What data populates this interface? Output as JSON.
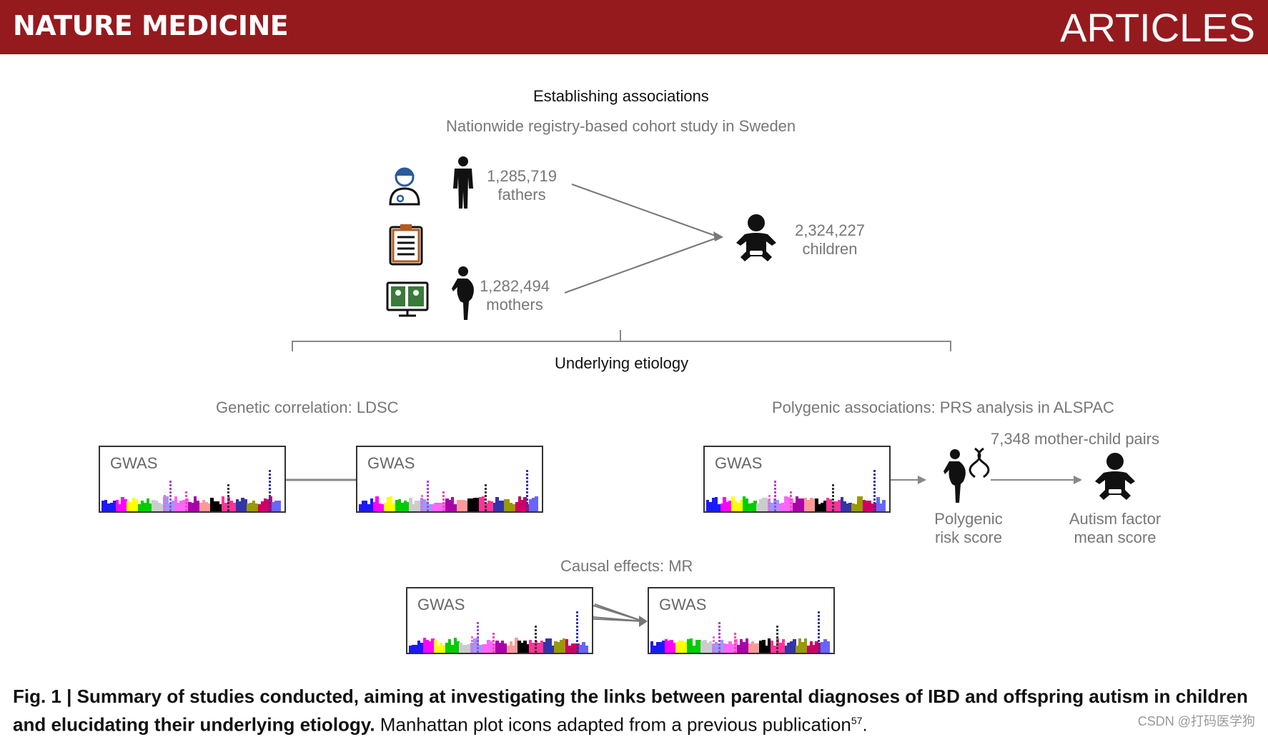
{
  "header": {
    "journal": "NATURE MEDICINE",
    "section": "ARTICLES"
  },
  "establishing": {
    "title": "Establishing associations",
    "subtitle": "Nationwide registry-based cohort study in Sweden",
    "fathers": {
      "number": "1,285,719",
      "label": "fathers"
    },
    "mothers": {
      "number": "1,282,494",
      "label": "mothers"
    },
    "children": {
      "number": "2,324,227",
      "label": "children"
    }
  },
  "etiology": {
    "title": "Underlying etiology",
    "ldsc_title": "Genetic correlation: LDSC",
    "prs_title": "Polygenic associations: PRS analysis in ALSPAC",
    "pairs": "7,348 mother-child pairs",
    "prs_line1": "Polygenic",
    "prs_line2": "risk score",
    "autism_line1": "Autism factor",
    "autism_line2": "mean score",
    "mr_title": "Causal effects: MR",
    "gwas_label": "GWAS"
  },
  "caption": {
    "bold": "Fig. 1 | Summary of studies conducted, aiming at investigating the links between parental diagnoses of IBD and offspring autism in children and elucidating their underlying etiology.",
    "normal": " Manhattan plot icons adapted from a previous publication",
    "ref": "57",
    "end": "."
  },
  "watermark": "CSDN @打码医学狗",
  "colors": {
    "header": "#951a1e",
    "icon_blue": "#2a5b9a",
    "icon_orange": "#b35a1f",
    "icon_green": "#3a7a3a"
  }
}
